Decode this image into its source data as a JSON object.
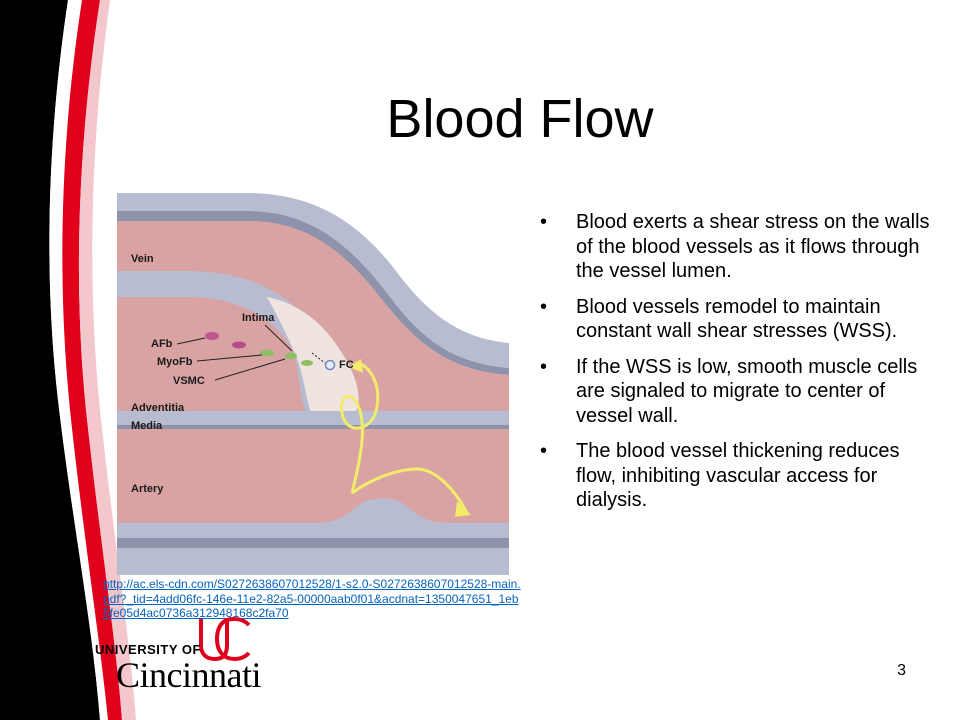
{
  "slide": {
    "title": "Blood Flow",
    "bullet_glyph": "•",
    "bullets": [
      "Blood exerts a shear stress on the walls of the blood vessels as it flows through the vessel lumen.",
      "Blood vessels remodel to maintain constant wall shear stresses (WSS).",
      "If the WSS is low, smooth muscle cells are signaled to migrate to center of vessel wall.",
      "The blood vessel thickening reduces flow, inhibiting vascular access for dialysis."
    ],
    "source_link": "http://ac.els-cdn.com/S0272638607012528/1-s2.0-S0272638607012528-main.pdf?_tid=4add06fc-146e-11e2-82a5-00000aab0f01&acdnat=1350047651_1eb5fe05d4ac0736a312948168c2fa70",
    "page_number": "3"
  },
  "figure": {
    "labels": {
      "vein": "Vein",
      "intima": "Intima",
      "afb": "AFb",
      "myofb": "MyoFb",
      "vsmc": "VSMC",
      "fc": "FC",
      "adventitia": "Adventitia",
      "media": "Media",
      "artery": "Artery"
    }
  },
  "logo": {
    "line1": "UNIVERSITY OF",
    "line2": "Cincinnati"
  },
  "colors": {
    "accent_red": "#e0001b",
    "swoosh_black": "#000000",
    "vessel_pink": "#d9a3a3",
    "vessel_wall": "#b8bcd0",
    "flow_arrow": "#f2ec6a",
    "link_blue": "#0563c1"
  }
}
